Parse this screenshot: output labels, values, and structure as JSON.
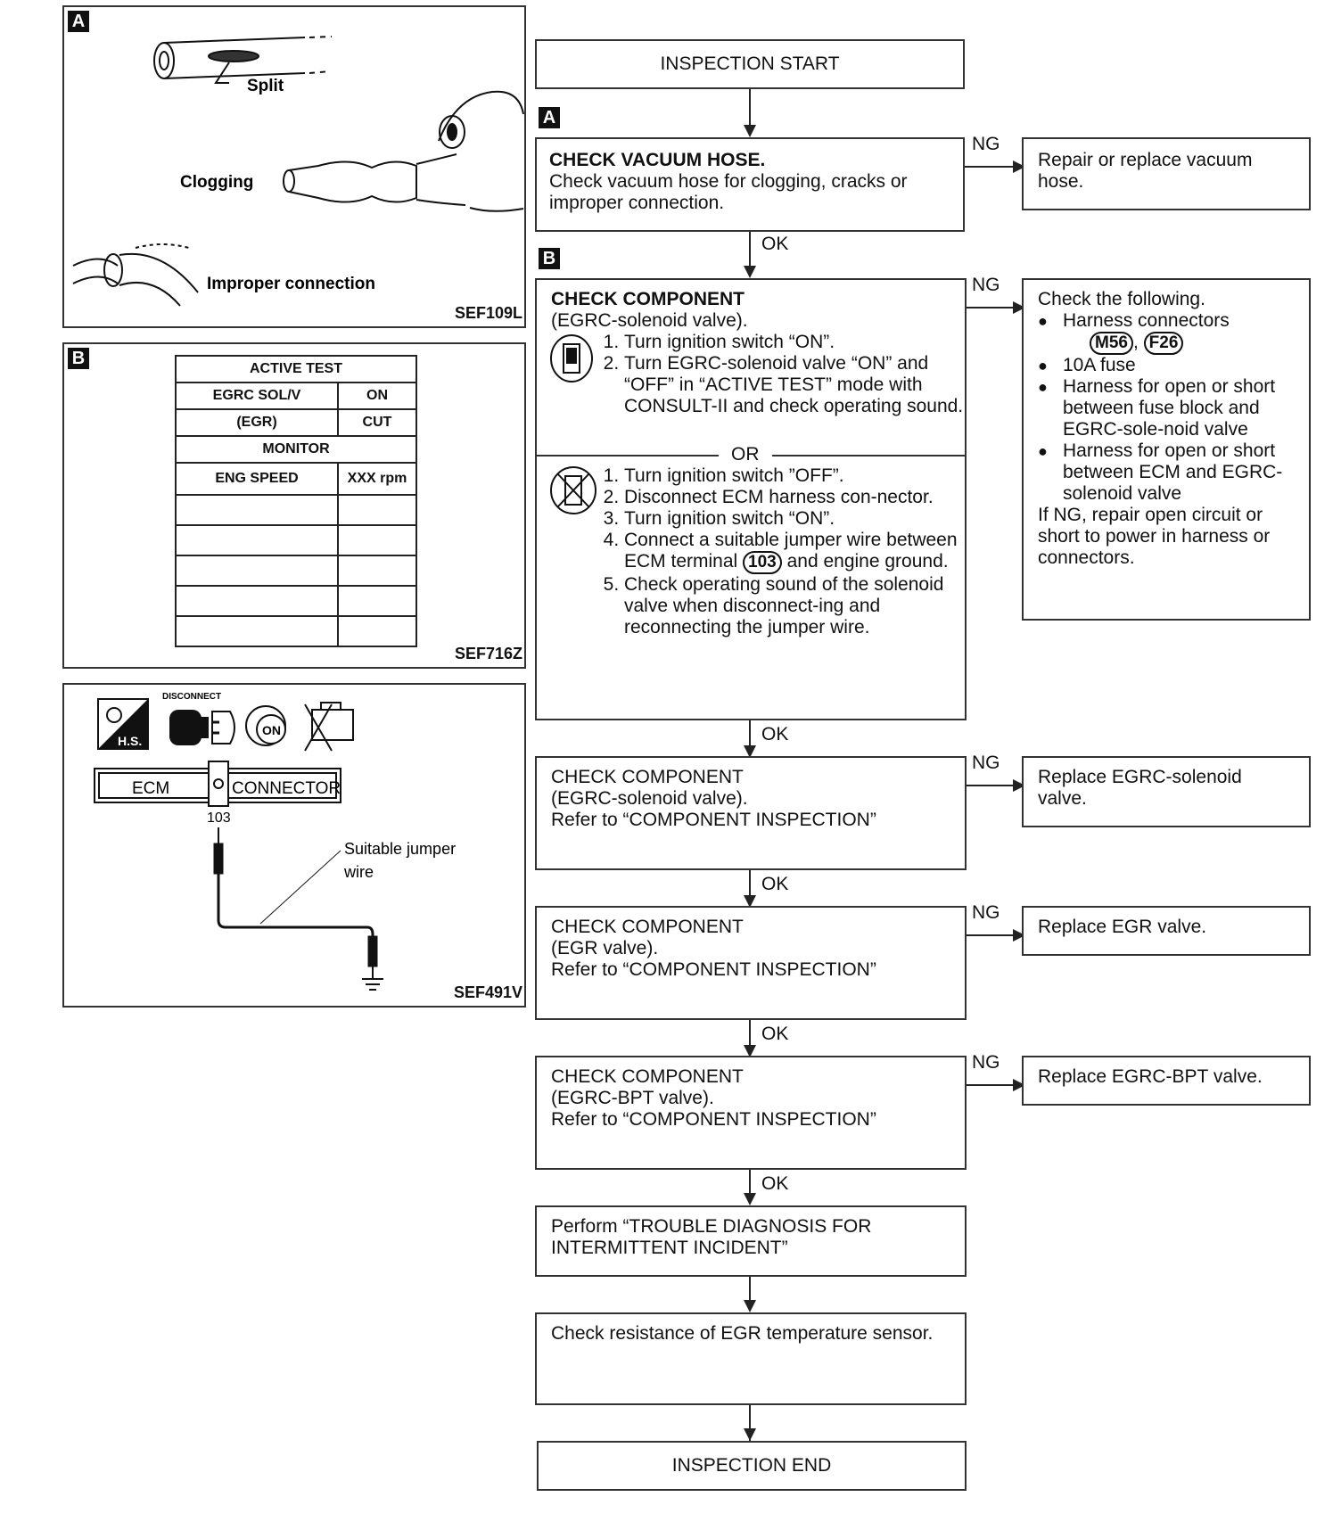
{
  "panels": {
    "a": {
      "badge": "A",
      "labels": {
        "split": "Split",
        "clogging": "Clogging",
        "improper": "Improper connection"
      },
      "code": "SEF109L"
    },
    "b": {
      "badge": "B",
      "table": {
        "title": "ACTIVE TEST",
        "r1": [
          "EGRC SOL/V",
          "ON"
        ],
        "r2": [
          "(EGR)",
          "CUT"
        ],
        "monitor": "MONITOR",
        "r3": [
          "ENG SPEED",
          "XXX rpm"
        ]
      },
      "code": "SEF716Z"
    },
    "c": {
      "disconnect": "DISCONNECT",
      "hs": "H.S.",
      "on": "ON",
      "ecm": "ECM",
      "connector": "CONNECTOR",
      "terminal": "103",
      "jumper": [
        "Suitable jumper",
        "wire"
      ],
      "code": "SEF491V"
    }
  },
  "flow": {
    "start": "INSPECTION START",
    "badge_a": "A",
    "badge_b": "B",
    "ok": "OK",
    "ng": "NG",
    "or": "OR",
    "step1": {
      "title": "CHECK VACUUM HOSE.",
      "body": "Check vacuum hose for clogging, cracks or improper connection.",
      "ng": "Repair or replace vacuum hose."
    },
    "step2": {
      "title": "CHECK COMPONENT",
      "subtitle": "(EGRC-solenoid valve).",
      "consult": [
        "Turn ignition switch “ON”.",
        "Turn EGRC-solenoid valve “ON” and “OFF” in “ACTIVE TEST” mode with CONSULT-II and check operating sound."
      ],
      "manual": [
        "Turn ignition switch ”OFF”.",
        "Disconnect ECM harness con-nector.",
        "Turn ignition switch “ON”.",
        "Connect a suitable jumper wire between ECM terminal",
        "Check operating sound of the solenoid valve when disconnect-ing and reconnecting the jumper wire."
      ],
      "terminal": "103",
      "ground": "and engine ground.",
      "ng": {
        "intro": "Check the following.",
        "bullet1": "Harness connectors",
        "conn1": "M56",
        "conn2": "F26",
        "bullet2": "10A fuse",
        "bullet3": "Harness for open or short between fuse block and EGRC-sole-noid valve",
        "bullet4": "Harness for open or short between ECM and EGRC-solenoid valve",
        "footer": "If NG, repair open circuit or short to power in harness or connectors."
      }
    },
    "step3": {
      "line1": "CHECK COMPONENT",
      "line2": "(EGRC-solenoid valve).",
      "line3": "Refer to “COMPONENT INSPECTION”",
      "ng": "Replace EGRC-solenoid valve."
    },
    "step4": {
      "line1": "CHECK COMPONENT",
      "line2": "(EGR valve).",
      "line3": "Refer to “COMPONENT INSPECTION”",
      "ng": "Replace EGR valve."
    },
    "step5": {
      "line1": "CHECK COMPONENT",
      "line2": "(EGRC-BPT valve).",
      "line3": "Refer to “COMPONENT INSPECTION”",
      "ng": "Replace EGRC-BPT valve."
    },
    "step6": "Perform “TROUBLE DIAGNOSIS FOR INTERMITTENT INCIDENT”",
    "step7": "Check resistance of EGR temperature sensor.",
    "end": "INSPECTION END"
  }
}
